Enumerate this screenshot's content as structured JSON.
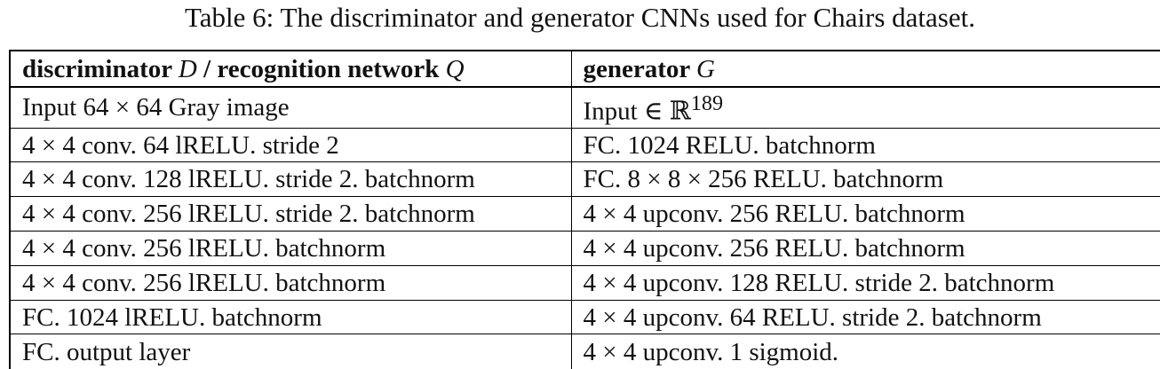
{
  "caption": "Table 6: The discriminator and generator CNNs used for Chairs dataset.",
  "columns": [
    {
      "lead": "discriminator ",
      "sym1": "D",
      "mid": " / recognition network ",
      "sym2": "Q"
    },
    {
      "lead": "generator ",
      "sym1": "G",
      "mid": "",
      "sym2": ""
    }
  ],
  "rows": [
    {
      "left": "Input 64 × 64 Gray image",
      "right": "Input ∈ ℝ",
      "right_sup": "189"
    },
    {
      "left": "4 × 4 conv. 64 lRELU. stride 2",
      "right": "FC. 1024 RELU. batchnorm",
      "right_sup": ""
    },
    {
      "left": "4 × 4 conv. 128 lRELU. stride 2. batchnorm",
      "right": "FC. 8 × 8 × 256 RELU. batchnorm",
      "right_sup": ""
    },
    {
      "left": "4 × 4 conv. 256 lRELU. stride 2. batchnorm",
      "right": "4 × 4 upconv. 256 RELU. batchnorm",
      "right_sup": ""
    },
    {
      "left": "4 × 4 conv. 256 lRELU. batchnorm",
      "right": "4 × 4 upconv. 256 RELU. batchnorm",
      "right_sup": ""
    },
    {
      "left": "4 × 4 conv. 256 lRELU. batchnorm",
      "right": "4 × 4 upconv. 128 RELU. stride 2. batchnorm",
      "right_sup": ""
    },
    {
      "left": "FC. 1024 lRELU. batchnorm",
      "right": "4 × 4 upconv. 64 RELU. stride 2. batchnorm",
      "right_sup": ""
    },
    {
      "left": "FC. output layer",
      "right": "4 × 4 upconv. 1 sigmoid.",
      "right_sup": ""
    }
  ]
}
